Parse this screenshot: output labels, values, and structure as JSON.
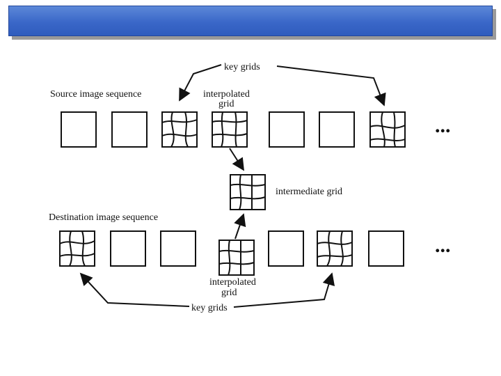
{
  "header": {
    "title": ""
  },
  "labels": {
    "key_grids_top": "key grids",
    "source_sequence": "Source image sequence",
    "interpolated_top_1": "interpolated",
    "interpolated_top_2": "grid",
    "intermediate": "intermediate grid",
    "destination_sequence": "Destination image sequence",
    "interpolated_bottom_1": "interpolated",
    "interpolated_bottom_2": "grid",
    "key_grids_bottom": "key grids",
    "ellipsis_top": "...",
    "ellipsis_bottom": "..."
  },
  "colors": {
    "header": "#3a67c8",
    "ink": "#111111"
  }
}
